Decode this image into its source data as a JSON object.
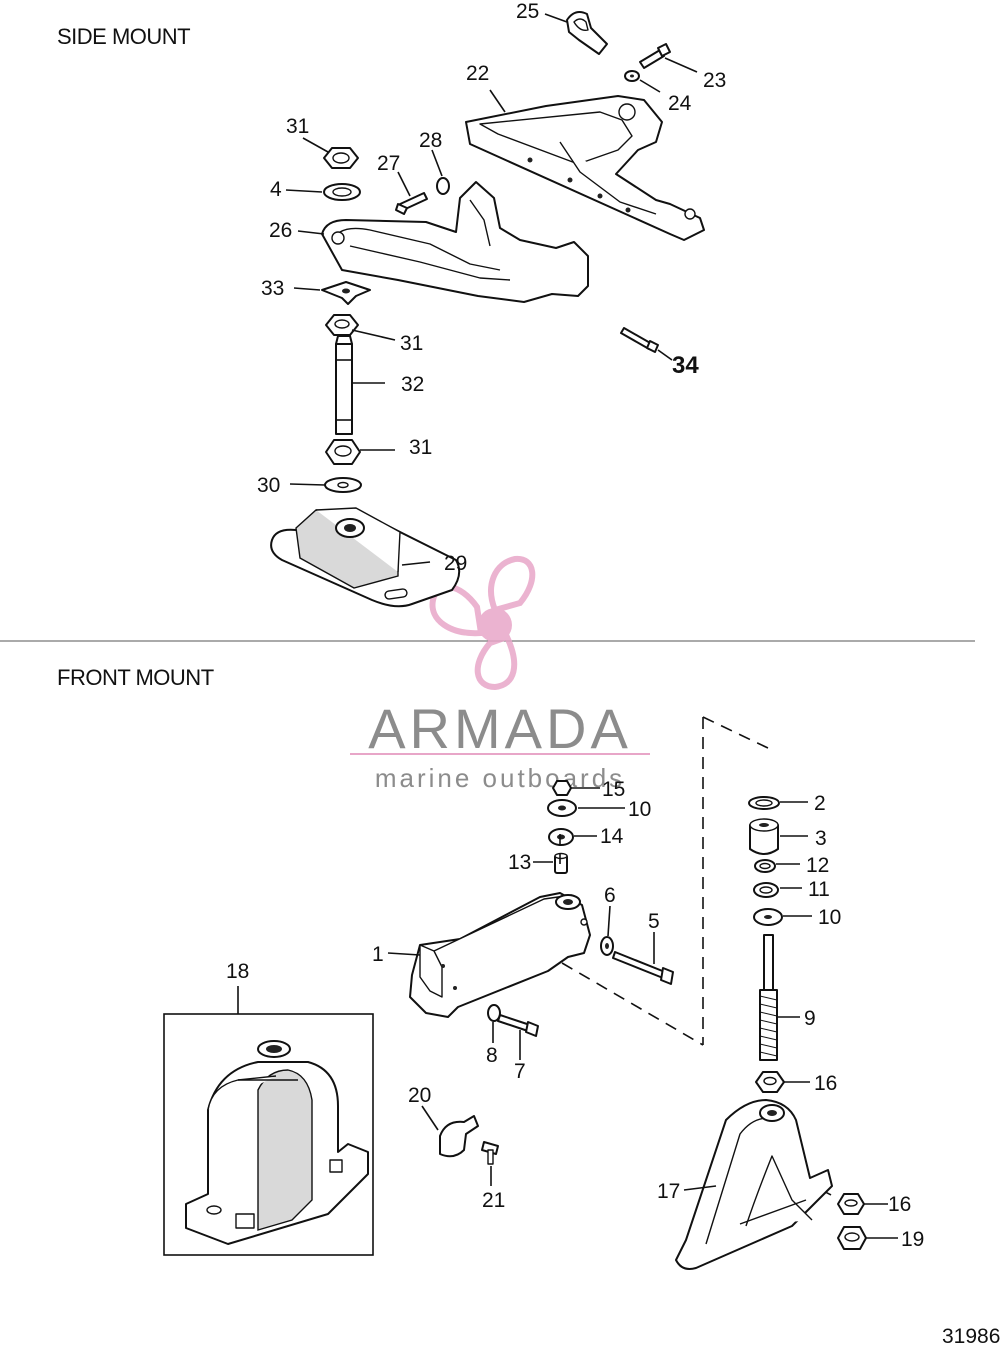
{
  "sections": {
    "side_mount": "SIDE MOUNT",
    "front_mount": "FRONT MOUNT"
  },
  "watermark": {
    "brand": "ARMADA",
    "tagline": "marine outboards",
    "logo_color": "#e8a6c8",
    "text_color": "#8c8c8c"
  },
  "figure_number": "31986",
  "side_mount_parts": [
    {
      "ref": "25",
      "desc": "clamp"
    },
    {
      "ref": "22",
      "desc": "bracket"
    },
    {
      "ref": "23",
      "desc": "bolt"
    },
    {
      "ref": "24",
      "desc": "washer"
    },
    {
      "ref": "31",
      "desc": "nut"
    },
    {
      "ref": "4",
      "desc": "lock washer"
    },
    {
      "ref": "27",
      "desc": "bolt"
    },
    {
      "ref": "28",
      "desc": "washer"
    },
    {
      "ref": "26",
      "desc": "mount arm"
    },
    {
      "ref": "33",
      "desc": "tab washer"
    },
    {
      "ref": "31",
      "desc": "nut"
    },
    {
      "ref": "32",
      "desc": "stud"
    },
    {
      "ref": "31",
      "desc": "nut"
    },
    {
      "ref": "30",
      "desc": "washer"
    },
    {
      "ref": "29",
      "desc": "rubber mount"
    },
    {
      "ref": "34",
      "desc": "bolt"
    }
  ],
  "front_mount_parts": [
    {
      "ref": "15",
      "desc": "nut"
    },
    {
      "ref": "10",
      "desc": "washer"
    },
    {
      "ref": "14",
      "desc": "washer"
    },
    {
      "ref": "13",
      "desc": "spacer"
    },
    {
      "ref": "6",
      "desc": "washer"
    },
    {
      "ref": "5",
      "desc": "bolt"
    },
    {
      "ref": "1",
      "desc": "front mount bracket"
    },
    {
      "ref": "8",
      "desc": "washer"
    },
    {
      "ref": "7",
      "desc": "bolt"
    },
    {
      "ref": "2",
      "desc": "washer"
    },
    {
      "ref": "3",
      "desc": "bushing"
    },
    {
      "ref": "12",
      "desc": "washer"
    },
    {
      "ref": "11",
      "desc": "washer"
    },
    {
      "ref": "10",
      "desc": "washer"
    },
    {
      "ref": "9",
      "desc": "stud"
    },
    {
      "ref": "16",
      "desc": "nut"
    },
    {
      "ref": "17",
      "desc": "support bracket"
    },
    {
      "ref": "16",
      "desc": "nut"
    },
    {
      "ref": "19",
      "desc": "nut"
    },
    {
      "ref": "18",
      "desc": "mount housing"
    },
    {
      "ref": "20",
      "desc": "clamp"
    },
    {
      "ref": "21",
      "desc": "bolt"
    }
  ]
}
